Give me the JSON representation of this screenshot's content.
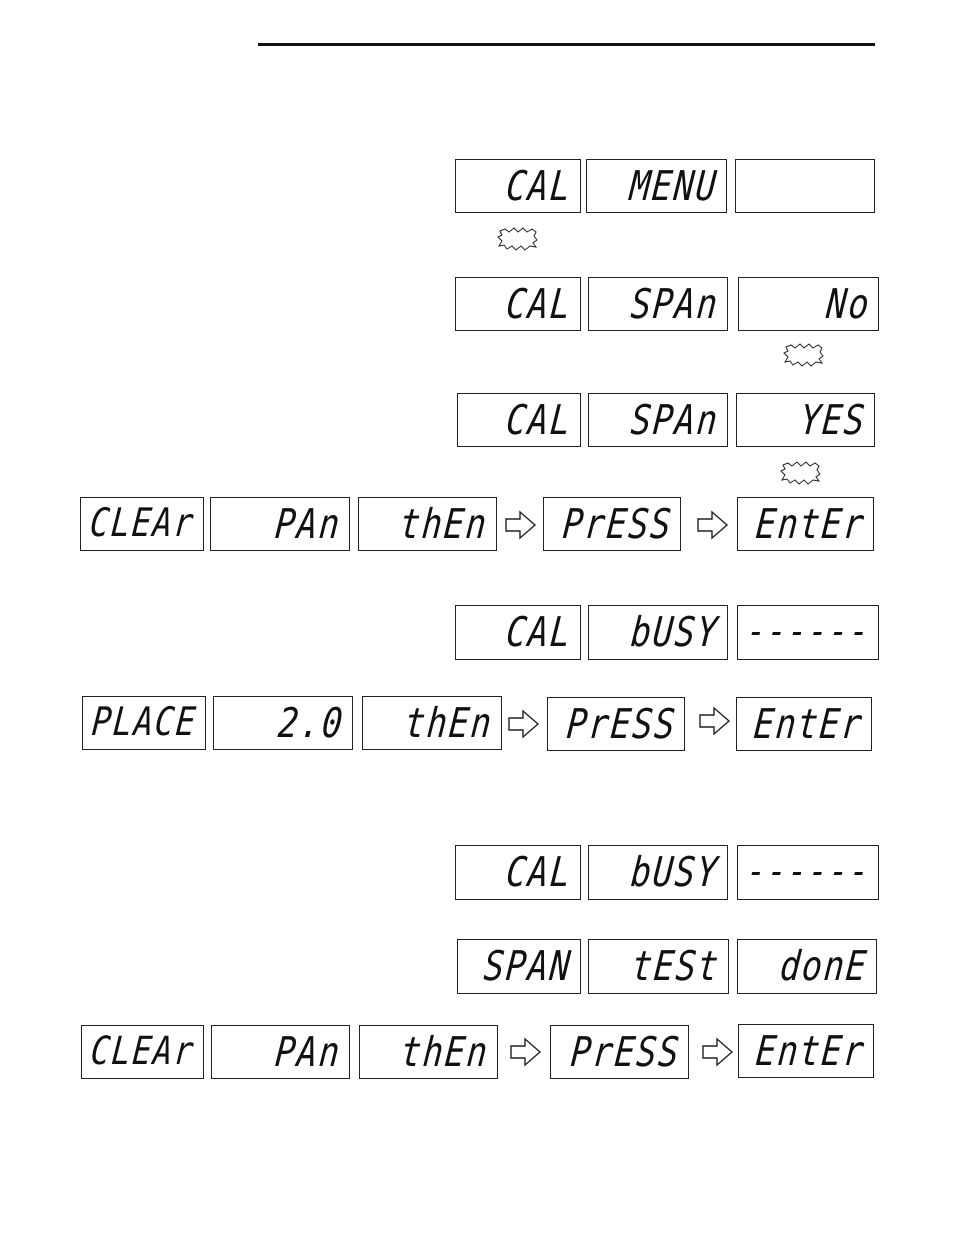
{
  "screens": [
    {
      "id": "cal-menu",
      "display": [
        "CAL",
        "MENU",
        ""
      ],
      "burst_under": 0
    },
    {
      "id": "cal-span-no",
      "display": [
        "CAL",
        "SPAn",
        "No"
      ],
      "burst_under": 2
    },
    {
      "id": "cal-span-yes",
      "display": [
        "CAL",
        "SPAn",
        "YES"
      ],
      "burst_under": 2
    },
    {
      "id": "clear-pan-1",
      "display": [
        "CLEAr",
        "PAn",
        "thEn",
        "PrESS",
        "EntEr"
      ]
    },
    {
      "id": "cal-busy-1",
      "display": [
        "CAL",
        "bUSY",
        "------"
      ]
    },
    {
      "id": "place-weight",
      "display": [
        "PLACE",
        "2.0",
        "thEn",
        "PrESS",
        "EntEr"
      ]
    },
    {
      "id": "cal-busy-2",
      "display": [
        "CAL",
        "bUSY",
        "------"
      ]
    },
    {
      "id": "span-test-done",
      "display": [
        "SPAN",
        "tESt",
        "donE"
      ]
    },
    {
      "id": "clear-pan-2",
      "display": [
        "CLEAr",
        "PAn",
        "thEn",
        "PrESS",
        "EntEr"
      ]
    }
  ],
  "icons": {
    "arrow": "right-arrow-icon",
    "burst": "key-press-burst-icon"
  }
}
